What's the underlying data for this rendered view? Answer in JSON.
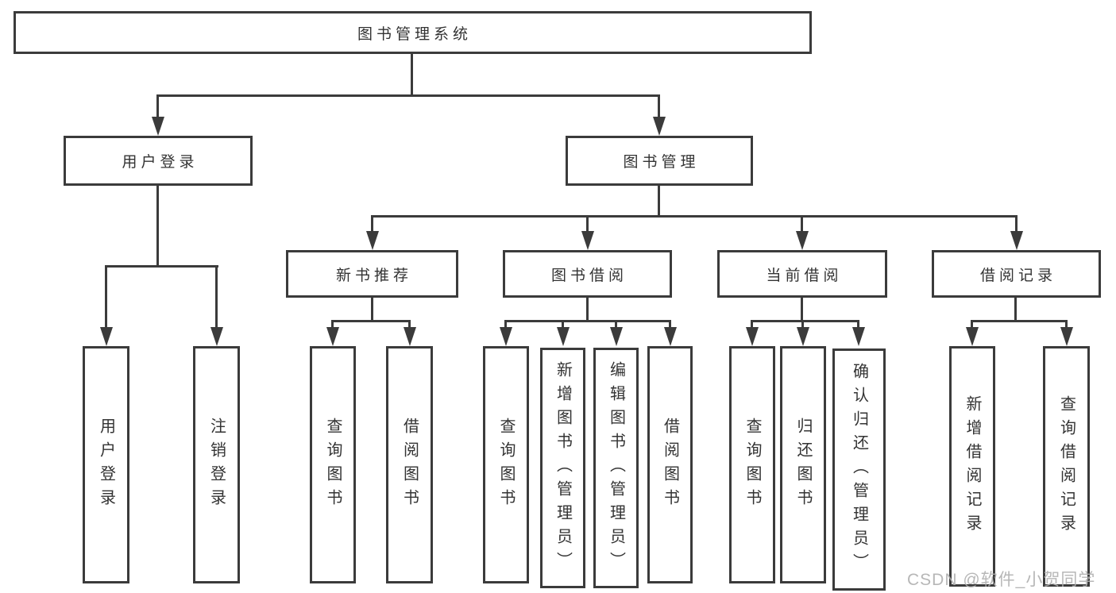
{
  "diagram": {
    "nodes": {
      "root": "图书管理系统",
      "user_login": "用户登录",
      "book_management": "图书管理",
      "new_books": "新书推荐",
      "book_borrow": "图书借阅",
      "current_borrow": "当前借阅",
      "borrow_records": "借阅记录",
      "leaves": {
        "user_login": [
          "用户登录",
          "注销登录"
        ],
        "new_books": [
          "查询图书",
          "借阅图书"
        ],
        "book_borrow": [
          "查询图书",
          "新增图书（管理员）",
          "编辑图书（管理员）",
          "借阅图书"
        ],
        "current_borrow": [
          "查询图书",
          "归还图书",
          "确认归还（管理员）"
        ],
        "borrow_records": [
          "新增借阅记录",
          "查询借阅记录"
        ]
      }
    },
    "colors": {
      "line": "#3b3b3b",
      "text": "#333333",
      "watermark": "#afafaf",
      "background": "#ffffff"
    }
  },
  "watermark": "CSDN @软件_小贺同学"
}
